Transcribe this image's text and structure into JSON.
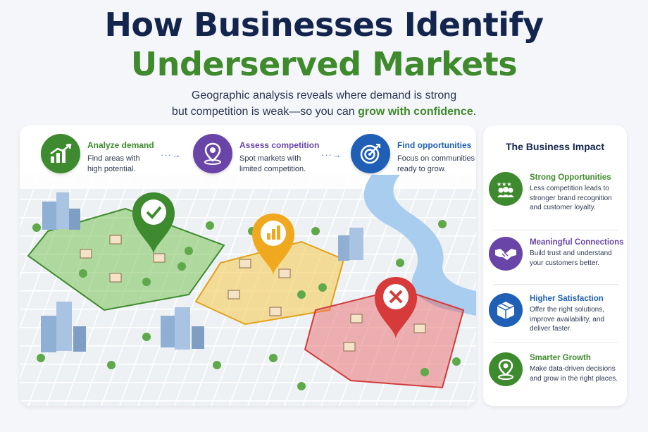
{
  "header": {
    "title_line1": "How Businesses Identify",
    "title_line2": "Underserved Markets",
    "subtitle_line1": "Geographic analysis reveals where demand is strong",
    "subtitle_line2_prefix": "but competition is weak—so you can ",
    "subtitle_line2_highlight": "grow with confidence",
    "subtitle_line2_suffix": "."
  },
  "steps": [
    {
      "title": "Analyze demand",
      "desc1": "Find areas with",
      "desc2": "high potential.",
      "color": "#3e8a2e",
      "icon": "chart-up-icon"
    },
    {
      "title": "Assess competition",
      "desc1": "Spot markets with",
      "desc2": "limited competition.",
      "color": "#6a45a8",
      "icon": "location-pin-icon"
    },
    {
      "title": "Find opportunities",
      "desc1": "Focus on communities",
      "desc2": "ready to grow.",
      "color": "#1f5fb5",
      "icon": "target-icon"
    }
  ],
  "step_arrow": "···→",
  "map": {
    "zones": [
      {
        "status": "high-opportunity",
        "color": "#5fae3a",
        "icon": "checkmark-icon"
      },
      {
        "status": "moderate",
        "color": "#f2b625",
        "icon": "bar-chart-icon"
      },
      {
        "status": "saturated",
        "color": "#e04848",
        "icon": "x-icon"
      }
    ]
  },
  "impact": {
    "title": "The Business Impact",
    "items": [
      {
        "title": "Strong Opportunities",
        "lines": [
          "Less competition leads to",
          "stronger brand recognition",
          "and customer loyalty."
        ],
        "color": "#3e8a2e",
        "icon": "stars-people-icon"
      },
      {
        "title": "Meaningful Connections",
        "lines": [
          "Build trust and understand",
          "your customers better."
        ],
        "color": "#6a45a8",
        "icon": "handshake-icon"
      },
      {
        "title": "Higher Satisfaction",
        "lines": [
          "Offer the right solutions,",
          "improve availability, and",
          "deliver faster."
        ],
        "color": "#1f5fb5",
        "icon": "box-icon"
      },
      {
        "title": "Smarter Growth",
        "lines": [
          "Make data-driven decisions",
          "and grow in the right places."
        ],
        "color": "#3e8a2e",
        "icon": "map-pin-icon"
      }
    ]
  }
}
